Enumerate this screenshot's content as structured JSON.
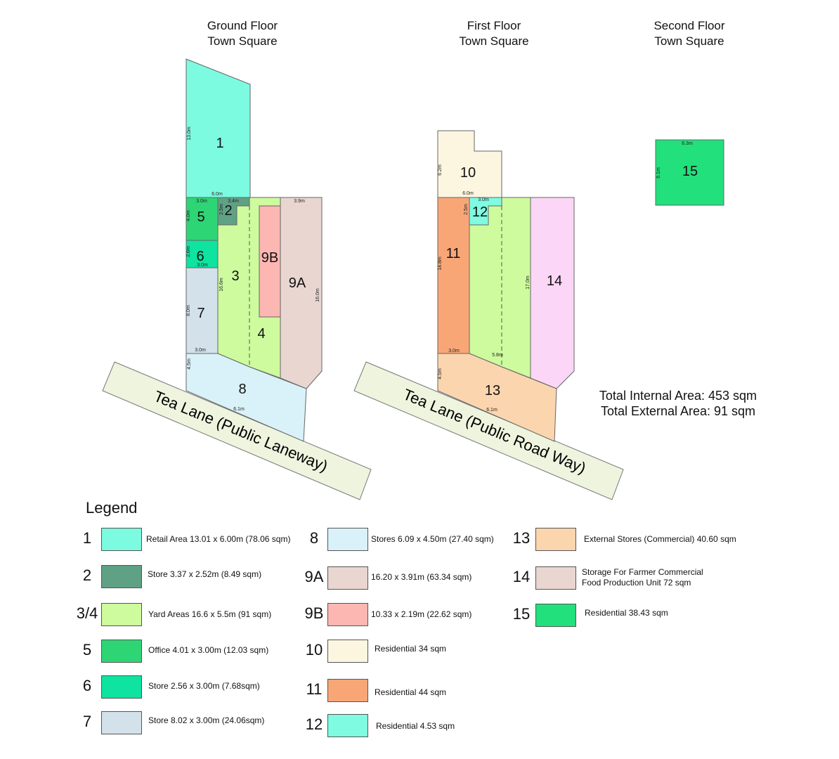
{
  "titles": {
    "ground": [
      "Ground Floor",
      "Town Square"
    ],
    "first": [
      "First Floor",
      "Town Square"
    ],
    "second": [
      "Second Floor",
      "Town Square"
    ]
  },
  "roads": {
    "ground": "Tea Lane (Public Laneway)",
    "first": "Tea Lane (Public Road Way)"
  },
  "totals": {
    "internal": "Total Internal Area: 453 sqm",
    "external": "Total External Area: 91 sqm"
  },
  "colors": {
    "r1": "#7dfbe0",
    "r2": "#5fa185",
    "r34": "#cdfb9e",
    "r5": "#2ed575",
    "r6": "#0ee3a0",
    "r7": "#d2e1ea",
    "r8": "#d9f1f8",
    "r9a": "#e9d6d1",
    "r9b": "#fdb7b2",
    "r10": "#fcf6e0",
    "r11": "#f9a677",
    "r12": "#7ffbe1",
    "r13": "#fbd5ae",
    "r14": "#fcd6f6",
    "r15": "#22e07c",
    "road": "#eef4de"
  },
  "plan": {
    "room_labels": {
      "r1": "1",
      "r2": "2",
      "r3": "3",
      "r4": "4",
      "r5": "5",
      "r6": "6",
      "r7": "7",
      "r8": "8",
      "r9a": "9A",
      "r9b": "9B",
      "r10": "10",
      "r11": "11",
      "r12": "12",
      "r13": "13",
      "r14": "14",
      "r15": "15"
    },
    "dims": {
      "g_r1_h": "13.0m",
      "g_top_w": "6.0m",
      "g_r5_w": "3.0m",
      "g_r2_w": "3.4m",
      "g_r9a_w": "3.9m",
      "g_r5_h": "4.0m",
      "g_r2_h": "2.5m",
      "g_r6_h": "2.6m",
      "g_r6_w": "3.0m",
      "g_r3_h": "16.6m",
      "g_r7_h": "8.0m",
      "g_r7_w": "3.0m",
      "g_r8_h": "4.5m",
      "g_r8_w": "6.1m",
      "g_r9a_h": "16.0m",
      "f_r10_h": "6.2m",
      "f_top_w": "6.0m",
      "f_r12_w": "3.0m",
      "f_r12_h": "2.5m",
      "f_r11_h": "14.8m",
      "f_r11_w": "3.0m",
      "f_mid_w": "5.8m",
      "f_r14_h": "17.0m",
      "f_r13_h": "4.5m",
      "f_r13_w": "6.1m",
      "s_r15_w": "6.3m",
      "s_r15_h": "6.1m"
    }
  },
  "legend": {
    "title": "Legend",
    "items": [
      {
        "num": "1",
        "color": "#7dfbe0",
        "lines": [
          "Retail Area 13.01 x 6.00m (78.06 sqm)"
        ]
      },
      {
        "num": "2",
        "color": "#5fa185",
        "lines": [
          "Store 3.37 x 2.52m (8.49 sqm)"
        ]
      },
      {
        "num": "3/4",
        "color": "#cdfb9e",
        "lines": [
          "Yard Areas 16.6 x 5.5m (91 sqm)"
        ]
      },
      {
        "num": "5",
        "color": "#2ed575",
        "lines": [
          "Office 4.01 x 3.00m (12.03 sqm)"
        ]
      },
      {
        "num": "6",
        "color": "#0ee3a0",
        "lines": [
          "Store 2.56 x 3.00m (7.68sqm)"
        ]
      },
      {
        "num": "7",
        "color": "#d2e1ea",
        "lines": [
          "Store 8.02 x 3.00m (24.06sqm)"
        ]
      },
      {
        "num": "8",
        "color": "#d9f1f8",
        "lines": [
          "Stores 6.09 x 4.50m (27.40 sqm)"
        ]
      },
      {
        "num": "9A",
        "color": "#e9d6d1",
        "lines": [
          "16.20 x 3.91m (63.34 sqm)"
        ]
      },
      {
        "num": "9B",
        "color": "#fdb7b2",
        "lines": [
          "10.33 x 2.19m (22.62 sqm)"
        ]
      },
      {
        "num": "10",
        "color": "#fcf6e0",
        "lines": [
          "Residential 34 sqm"
        ]
      },
      {
        "num": "11",
        "color": "#f9a677",
        "lines": [
          "Residential 44 sqm"
        ]
      },
      {
        "num": "12",
        "color": "#7ffbe1",
        "lines": [
          "Residential 4.53 sqm"
        ]
      },
      {
        "num": "13",
        "color": "#fbd5ae",
        "lines": [
          "External Stores (Commercial) 40.60 sqm"
        ]
      },
      {
        "num": "14",
        "color": "#e9d6d1",
        "lines": [
          "Storage For Farmer Commercial",
          "Food Production Unit 72 sqm"
        ]
      },
      {
        "num": "15",
        "color": "#22e07c",
        "lines": [
          "Residential 38.43 sqm"
        ]
      }
    ]
  }
}
